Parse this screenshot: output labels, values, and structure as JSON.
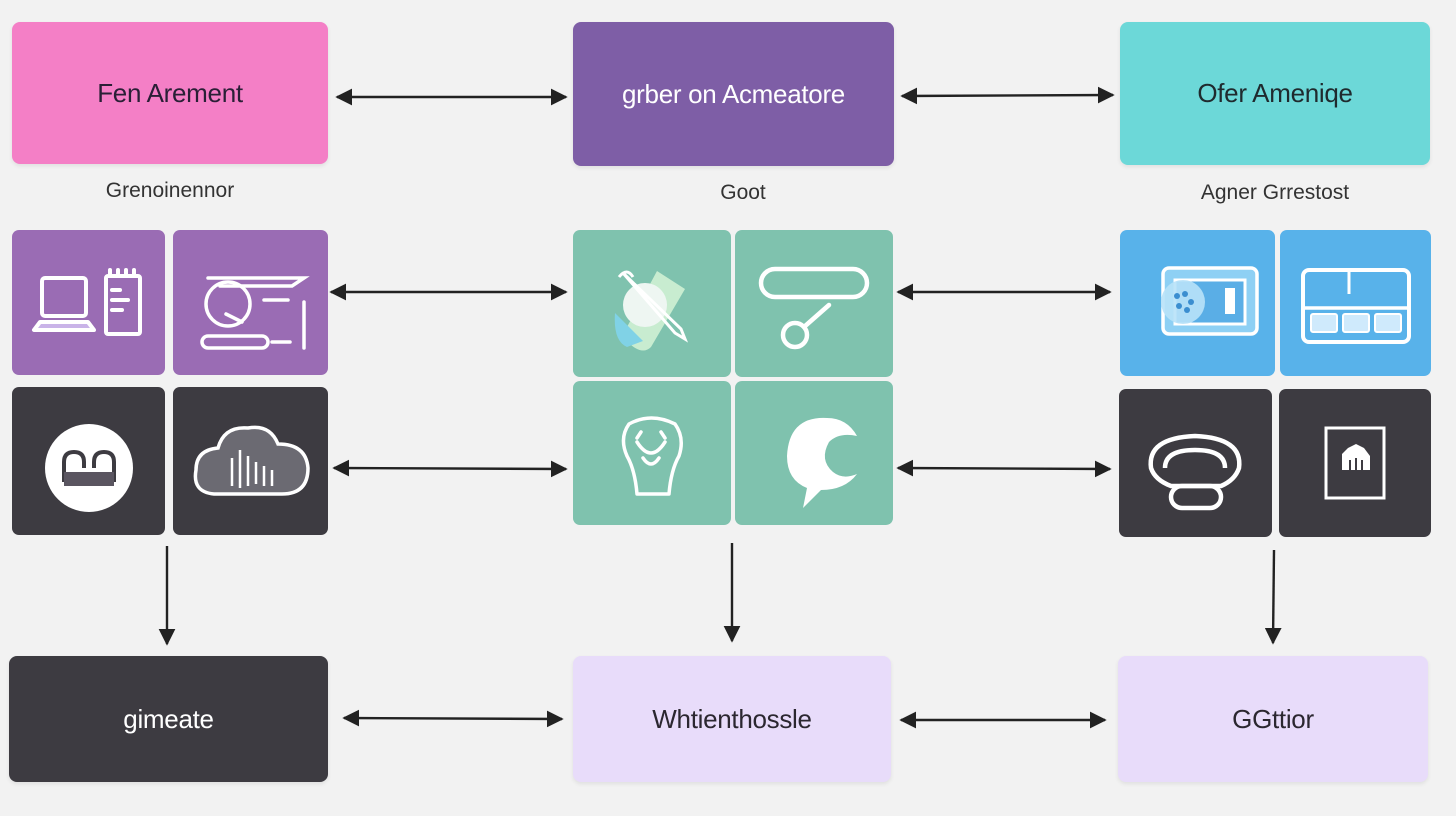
{
  "colors": {
    "background": "#f2f2f2",
    "pink": "#f47fc6",
    "violet": "#7e5ea6",
    "cyan": "#6cd8d8",
    "lavender_tile": "#9a6cb4",
    "dark_tile": "#3d3b41",
    "green_tile": "#7fc2ae",
    "blue_tile": "#58b2ea",
    "light_lavender": "#e8dcfa",
    "arrow": "#222222"
  },
  "top_boxes": [
    {
      "label": "Fen Arement"
    },
    {
      "label": "grber on Acmeatore"
    },
    {
      "label": "Ofer Ameniqe"
    }
  ],
  "captions": [
    {
      "text": "Grenoinennor"
    },
    {
      "text": "Goot"
    },
    {
      "text": "Agner Grrestost"
    }
  ],
  "bottom_boxes": [
    {
      "label": "gimeate"
    },
    {
      "label": "Whtienthossle"
    },
    {
      "label": "GGttior"
    }
  ],
  "icons": {
    "left": [
      "monitor-icon",
      "magnifier-tool-icon",
      "robot-face-icon",
      "cloud-waveform-icon"
    ],
    "middle": [
      "test-tube-icon",
      "toggle-pin-icon",
      "tooth-icon",
      "chat-bubble-icon"
    ],
    "right": [
      "card-reader-icon",
      "keyboard-tray-icon",
      "sensor-ring-icon",
      "hand-badge-icon"
    ]
  }
}
